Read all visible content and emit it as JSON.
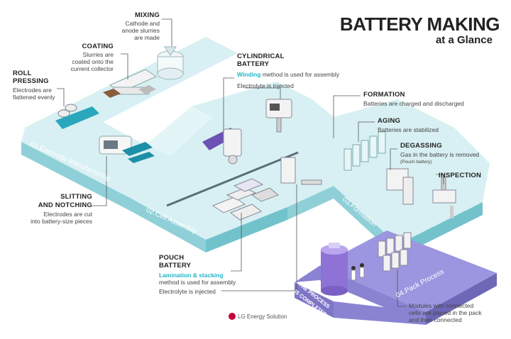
{
  "title": {
    "line1": "BATTERY MAKING",
    "line2": "at a Glance"
  },
  "steps": {
    "mixing": {
      "title": "MIXING",
      "desc1": "Cathode and",
      "desc2": "anode slurries",
      "desc3": "are made"
    },
    "coating": {
      "title": "COATING",
      "desc1": "Slurries are",
      "desc2": "coated onto the",
      "desc3": "current collector"
    },
    "roll_pressing": {
      "title1": "ROLL",
      "title2": "PRESSING",
      "desc1": "Electrodes are",
      "desc2": "flattened evenly"
    },
    "slitting": {
      "title1": "SLITTING",
      "title2": "AND NOTCHING",
      "desc1": "Electrodes are cut",
      "desc2": "into battery-size pieces"
    },
    "cylindrical": {
      "title1": "CYLINDRICAL",
      "title2": "BATTERY",
      "highlight": "Winding",
      "desc1_rest": " method is used for assembly",
      "desc2": "Electrolyte is injected"
    },
    "pouch": {
      "title1": "POUCH",
      "title2": "BATTERY",
      "highlight": "Lamination & stacking",
      "desc1": "method is used for assembly",
      "desc2": "Electrolyte is injected"
    },
    "formation": {
      "title": "FORMATION",
      "desc": "Batteries are charged and discharged"
    },
    "aging": {
      "title": "AGING",
      "desc": "Batteries are stabilized"
    },
    "degassing": {
      "title": "DEGASSING",
      "desc": "Gas in the battery is removed",
      "note": "(Pouch battery)"
    },
    "inspection": {
      "title": "INSPECTION"
    },
    "pack": {
      "desc1": "Modules with connected",
      "desc2": "cells are placed in the pack",
      "desc3": "and then connected"
    }
  },
  "stages": {
    "s1": "01.Electrode Manufacturing",
    "s2": "02.Cell Assembly",
    "s3": "03.Formation",
    "s4": "04.Pack Process",
    "completed1": "THE PROCESS",
    "completed2": "IS COMPLETED"
  },
  "logo": "LG Energy Solution",
  "colors": {
    "platform_top": "#d6eef1",
    "platform_front": "#8fd0d8",
    "platform_side": "#6bbcc6",
    "pack_platform": "#8c85d6",
    "accent": "#1fb5c8",
    "brand": "#c4003c"
  }
}
